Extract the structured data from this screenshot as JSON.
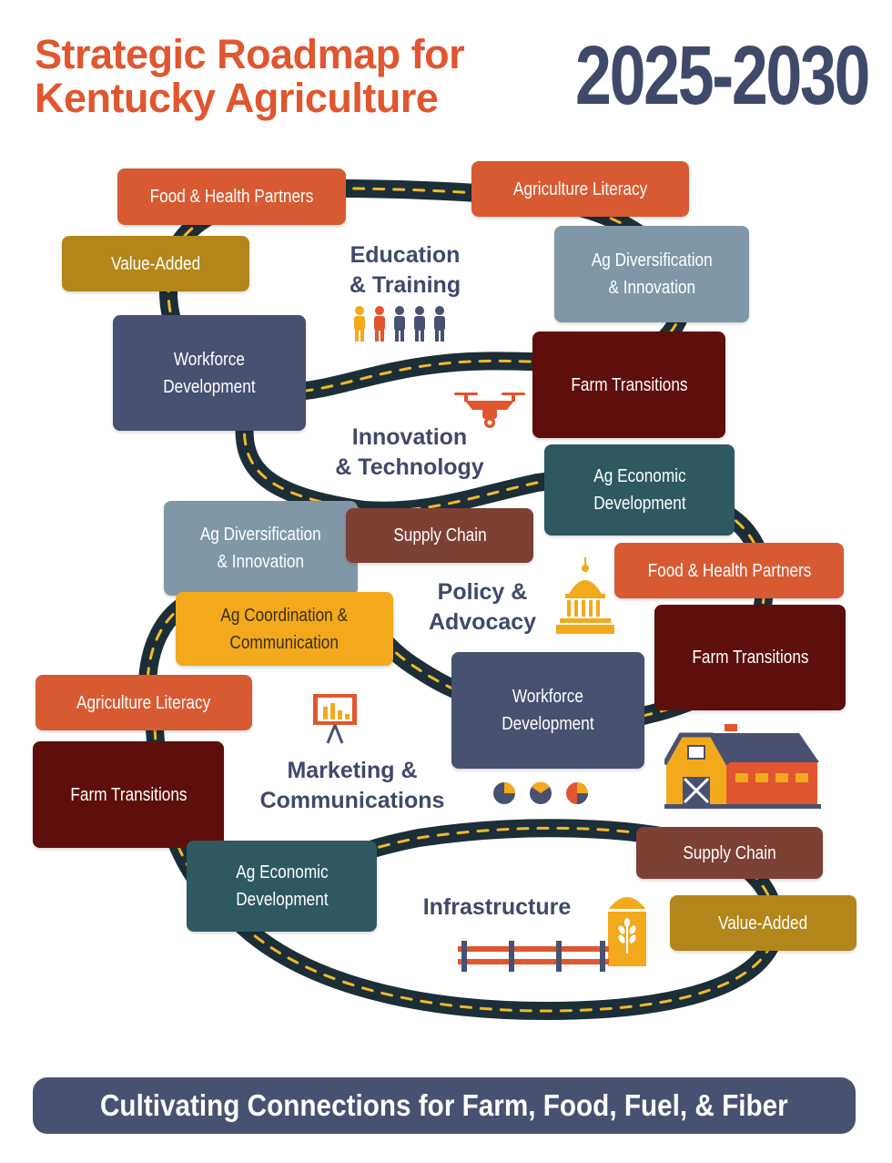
{
  "header": {
    "title_line1": "Strategic Roadmap for",
    "title_line2": "Kentucky Agriculture",
    "years": "2025-2030"
  },
  "themes": {
    "education": "Education\n& Training",
    "innovation": "Innovation\n& Technology",
    "policy": "Policy &\nAdvocacy",
    "marketing": "Marketing &\nCommunications",
    "infrastructure": "Infrastructure"
  },
  "boxes": {
    "food_health_1": "Food & Health Partners",
    "ag_literacy_1": "Agriculture Literacy",
    "value_added_1": "Value-Added",
    "ag_div_1": "Ag Diversification\n& Innovation",
    "workforce_1": "Workforce\nDevelopment",
    "farm_trans_1": "Farm Transitions",
    "ag_econ_1": "Ag Economic\nDevelopment",
    "ag_div_2": "Ag Diversification\n& Innovation",
    "supply_chain_1": "Supply Chain",
    "food_health_2": "Food & Health Partners",
    "ag_coord": "Ag Coordination &\nCommunication",
    "farm_trans_2": "Farm Transitions",
    "workforce_2": "Workforce\nDevelopment",
    "ag_literacy_2": "Agriculture Literacy",
    "farm_trans_3": "Farm Transitions",
    "supply_chain_2": "Supply Chain",
    "ag_econ_2": "Ag Economic\nDevelopment",
    "value_added_2": "Value-Added"
  },
  "footer": "Cultivating Connections for Farm, Food, Fuel, & Fiber",
  "icons": [
    "people-icon",
    "drone-icon",
    "capitol-icon",
    "presentation-icon",
    "pie-charts-icon",
    "barn-icon",
    "silo-icon",
    "fence-icon"
  ],
  "colors": {
    "title": "#e0562f",
    "navy": "#485171",
    "road": "#1c2f38",
    "road_dash": "#f3b82a"
  }
}
